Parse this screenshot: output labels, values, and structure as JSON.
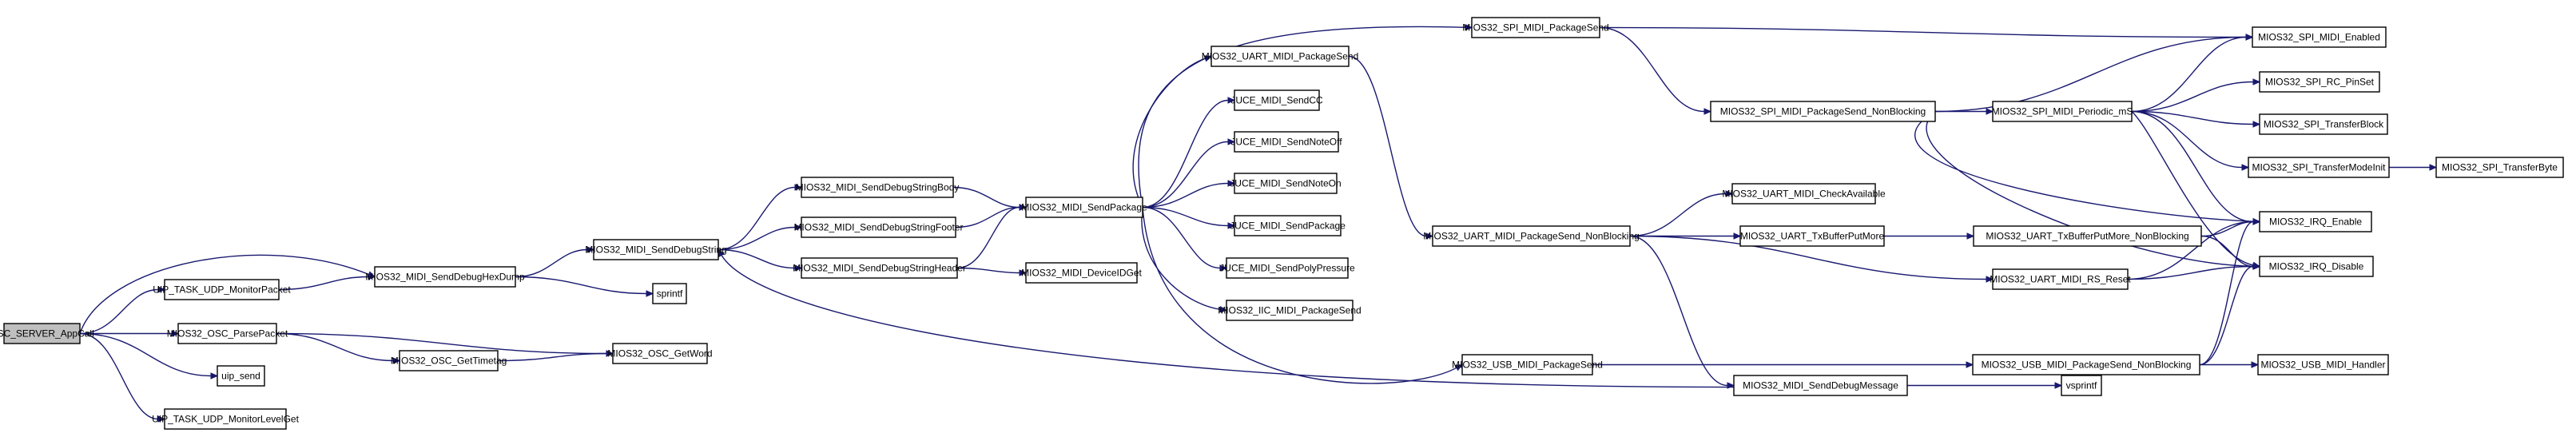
{
  "diagram": {
    "type": "call-graph",
    "root": "osc_server_appcall",
    "colors": {
      "edge": "#191970",
      "node_border": "#000000",
      "node_fill": "#ffffff",
      "root_fill": "#bfbfbf"
    },
    "nodes": [
      {
        "id": "osc_server_appcall",
        "label": "OSC_SERVER_AppCall"
      },
      {
        "id": "uip_task_udp_monitorpacket",
        "label": "UIP_TASK_UDP_MonitorPacket"
      },
      {
        "id": "mios32_osc_parsepacket",
        "label": "MIOS32_OSC_ParsePacket"
      },
      {
        "id": "uip_send",
        "label": "uip_send"
      },
      {
        "id": "uip_task_udp_monitorlevelget",
        "label": "UIP_TASK_UDP_MonitorLevelGet"
      },
      {
        "id": "mios32_midi_senddebughexdump",
        "label": "MIOS32_MIDI_SendDebugHexDump"
      },
      {
        "id": "mios32_osc_gettimetag",
        "label": "MIOS32_OSC_GetTimetag"
      },
      {
        "id": "mios32_osc_getword",
        "label": "MIOS32_OSC_GetWord"
      },
      {
        "id": "mios32_midi_senddebugstring",
        "label": "MIOS32_MIDI_SendDebugString"
      },
      {
        "id": "sprintf",
        "label": "sprintf"
      },
      {
        "id": "mios32_midi_senddebugstringbody",
        "label": "MIOS32_MIDI_SendDebugStringBody"
      },
      {
        "id": "mios32_midi_senddebugstringfooter",
        "label": "MIOS32_MIDI_SendDebugStringFooter"
      },
      {
        "id": "mios32_midi_senddebugstringheader",
        "label": "MIOS32_MIDI_SendDebugStringHeader"
      },
      {
        "id": "mios32_midi_sendpackage",
        "label": "MIOS32_MIDI_SendPackage"
      },
      {
        "id": "mios32_midi_deviceidget",
        "label": "MIOS32_MIDI_DeviceIDGet"
      },
      {
        "id": "mios32_uart_midi_packagesend",
        "label": "MIOS32_UART_MIDI_PackageSend"
      },
      {
        "id": "juce_midi_sendcc",
        "label": "JUCE_MIDI_SendCC"
      },
      {
        "id": "juce_midi_sendnoteoff",
        "label": "JUCE_MIDI_SendNoteOff"
      },
      {
        "id": "juce_midi_sendnoteon",
        "label": "JUCE_MIDI_SendNoteOn"
      },
      {
        "id": "juce_midi_sendpackage",
        "label": "JUCE_MIDI_SendPackage"
      },
      {
        "id": "juce_midi_sendpolypressure",
        "label": "JUCE_MIDI_SendPolyPressure"
      },
      {
        "id": "mios32_iic_midi_packagesend",
        "label": "MIOS32_IIC_MIDI_PackageSend"
      },
      {
        "id": "mios32_spi_midi_packagesend",
        "label": "MIOS32_SPI_MIDI_PackageSend"
      },
      {
        "id": "mios32_uart_midi_packagesend_nonblocking",
        "label": "MIOS32_UART_MIDI_PackageSend_NonBlocking"
      },
      {
        "id": "mios32_usb_midi_packagesend",
        "label": "MIOS32_USB_MIDI_PackageSend"
      },
      {
        "id": "mios32_midi_senddebugmessage",
        "label": "MIOS32_MIDI_SendDebugMessage"
      },
      {
        "id": "mios32_spi_midi_packagesend_nonblocking",
        "label": "MIOS32_SPI_MIDI_PackageSend_NonBlocking"
      },
      {
        "id": "mios32_uart_midi_checkavailable",
        "label": "MIOS32_UART_MIDI_CheckAvailable"
      },
      {
        "id": "mios32_uart_txbufferputmore",
        "label": "MIOS32_UART_TxBufferPutMore"
      },
      {
        "id": "mios32_uart_midi_rs_reset",
        "label": "MIOS32_UART_MIDI_RS_Reset"
      },
      {
        "id": "mios32_usb_midi_packagesend_nonblocking",
        "label": "MIOS32_USB_MIDI_PackageSend_NonBlocking"
      },
      {
        "id": "vsprintf",
        "label": "vsprintf"
      },
      {
        "id": "mios32_spi_midi_periodic_ms",
        "label": "MIOS32_SPI_MIDI_Periodic_mS"
      },
      {
        "id": "mios32_uart_txbufferputmore_nonblocking",
        "label": "MIOS32_UART_TxBufferPutMore_NonBlocking"
      },
      {
        "id": "mios32_spi_midi_enabled",
        "label": "MIOS32_SPI_MIDI_Enabled"
      },
      {
        "id": "mios32_spi_rc_pinset",
        "label": "MIOS32_SPI_RC_PinSet"
      },
      {
        "id": "mios32_spi_transferblock",
        "label": "MIOS32_SPI_TransferBlock"
      },
      {
        "id": "mios32_spi_transfermodeinit",
        "label": "MIOS32_SPI_TransferModeInit"
      },
      {
        "id": "mios32_irq_enable",
        "label": "MIOS32_IRQ_Enable"
      },
      {
        "id": "mios32_irq_disable",
        "label": "MIOS32_IRQ_Disable"
      },
      {
        "id": "mios32_usb_midi_handler",
        "label": "MIOS32_USB_MIDI_Handler"
      },
      {
        "id": "mios32_spi_transferbyte",
        "label": "MIOS32_SPI_TransferByte"
      }
    ],
    "edges": [
      [
        "osc_server_appcall",
        "uip_task_udp_monitorpacket"
      ],
      [
        "osc_server_appcall",
        "mios32_midi_senddebughexdump"
      ],
      [
        "osc_server_appcall",
        "mios32_osc_parsepacket"
      ],
      [
        "osc_server_appcall",
        "uip_send"
      ],
      [
        "osc_server_appcall",
        "uip_task_udp_monitorlevelget"
      ],
      [
        "uip_task_udp_monitorpacket",
        "mios32_midi_senddebughexdump"
      ],
      [
        "mios32_osc_parsepacket",
        "mios32_osc_gettimetag"
      ],
      [
        "mios32_osc_parsepacket",
        "mios32_osc_getword"
      ],
      [
        "mios32_osc_gettimetag",
        "mios32_osc_getword"
      ],
      [
        "mios32_midi_senddebughexdump",
        "mios32_midi_senddebugstring"
      ],
      [
        "mios32_midi_senddebughexdump",
        "sprintf"
      ],
      [
        "mios32_midi_senddebugstring",
        "mios32_midi_senddebugstringbody"
      ],
      [
        "mios32_midi_senddebugstring",
        "mios32_midi_senddebugstringfooter"
      ],
      [
        "mios32_midi_senddebugstring",
        "mios32_midi_senddebugstringheader"
      ],
      [
        "mios32_midi_senddebugstringbody",
        "mios32_midi_sendpackage"
      ],
      [
        "mios32_midi_senddebugstringfooter",
        "mios32_midi_sendpackage"
      ],
      [
        "mios32_midi_senddebugstringheader",
        "mios32_midi_sendpackage"
      ],
      [
        "mios32_midi_senddebugstringheader",
        "mios32_midi_deviceidget"
      ],
      [
        "mios32_midi_sendpackage",
        "mios32_spi_midi_packagesend"
      ],
      [
        "mios32_midi_sendpackage",
        "mios32_uart_midi_packagesend"
      ],
      [
        "mios32_midi_sendpackage",
        "juce_midi_sendcc"
      ],
      [
        "mios32_midi_sendpackage",
        "juce_midi_sendnoteoff"
      ],
      [
        "mios32_midi_sendpackage",
        "juce_midi_sendnoteon"
      ],
      [
        "mios32_midi_sendpackage",
        "juce_midi_sendpackage"
      ],
      [
        "mios32_midi_sendpackage",
        "juce_midi_sendpolypressure"
      ],
      [
        "mios32_midi_sendpackage",
        "mios32_iic_midi_packagesend"
      ],
      [
        "mios32_midi_sendpackage",
        "mios32_usb_midi_packagesend"
      ],
      [
        "mios32_uart_midi_packagesend",
        "mios32_uart_midi_packagesend_nonblocking"
      ],
      [
        "mios32_spi_midi_packagesend",
        "mios32_spi_midi_enabled"
      ],
      [
        "mios32_spi_midi_packagesend",
        "mios32_spi_midi_packagesend_nonblocking"
      ],
      [
        "mios32_spi_midi_packagesend_nonblocking",
        "mios32_spi_midi_enabled"
      ],
      [
        "mios32_spi_midi_packagesend_nonblocking",
        "mios32_spi_midi_periodic_ms"
      ],
      [
        "mios32_spi_midi_packagesend_nonblocking",
        "mios32_irq_enable"
      ],
      [
        "mios32_spi_midi_packagesend_nonblocking",
        "mios32_irq_disable"
      ],
      [
        "mios32_spi_midi_periodic_ms",
        "mios32_spi_midi_enabled"
      ],
      [
        "mios32_spi_midi_periodic_ms",
        "mios32_spi_rc_pinset"
      ],
      [
        "mios32_spi_midi_periodic_ms",
        "mios32_spi_transferblock"
      ],
      [
        "mios32_spi_midi_periodic_ms",
        "mios32_spi_transfermodeinit"
      ],
      [
        "mios32_spi_midi_periodic_ms",
        "mios32_irq_enable"
      ],
      [
        "mios32_spi_midi_periodic_ms",
        "mios32_irq_disable"
      ],
      [
        "mios32_spi_transfermodeinit",
        "mios32_spi_transferbyte"
      ],
      [
        "mios32_uart_midi_packagesend_nonblocking",
        "mios32_uart_midi_checkavailable"
      ],
      [
        "mios32_uart_midi_packagesend_nonblocking",
        "mios32_uart_txbufferputmore"
      ],
      [
        "mios32_uart_midi_packagesend_nonblocking",
        "mios32_uart_midi_rs_reset"
      ],
      [
        "mios32_uart_midi_packagesend_nonblocking",
        "mios32_midi_senddebugmessage"
      ],
      [
        "mios32_uart_txbufferputmore",
        "mios32_uart_txbufferputmore_nonblocking"
      ],
      [
        "mios32_uart_txbufferputmore_nonblocking",
        "mios32_irq_enable"
      ],
      [
        "mios32_uart_txbufferputmore_nonblocking",
        "mios32_irq_disable"
      ],
      [
        "mios32_uart_midi_rs_reset",
        "mios32_irq_enable"
      ],
      [
        "mios32_uart_midi_rs_reset",
        "mios32_irq_disable"
      ],
      [
        "mios32_usb_midi_packagesend",
        "mios32_usb_midi_packagesend_nonblocking"
      ],
      [
        "mios32_usb_midi_packagesend_nonblocking",
        "mios32_irq_enable"
      ],
      [
        "mios32_usb_midi_packagesend_nonblocking",
        "mios32_irq_disable"
      ],
      [
        "mios32_usb_midi_packagesend_nonblocking",
        "mios32_usb_midi_handler"
      ],
      [
        "mios32_midi_senddebugmessage",
        "vsprintf"
      ],
      [
        "mios32_midi_senddebugmessage",
        "mios32_midi_senddebugstring"
      ]
    ]
  }
}
